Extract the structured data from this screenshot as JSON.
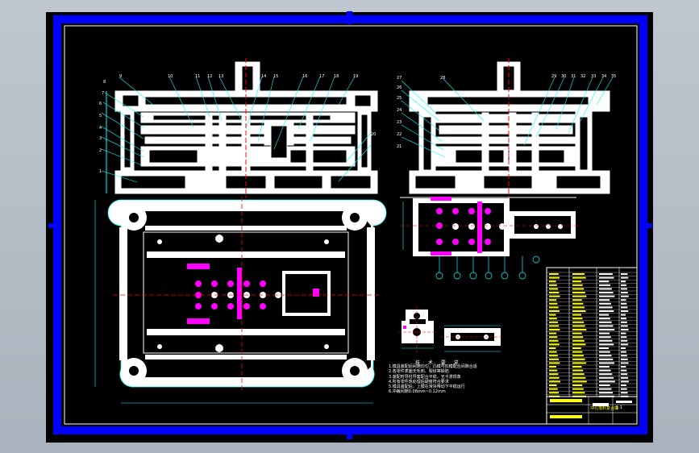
{
  "drawing": {
    "tech_requirements": {
      "title": "技 术 要 求",
      "lines": [
        "1.模具装配后间隙均匀，凸模与凹模配合间隙合适",
        "2.各零件表面无毛刺、裂纹等缺陷",
        "3.装配时导柱导套配合平稳，无卡滞现象",
        "4.所有零件热处理后硬度符合要求",
        "5.模具装配后，上模在滑块带动下平稳运行",
        "6.冲裁间隙0.08mm~0.12mm"
      ]
    },
    "part_numbers_front": [
      "9",
      "8",
      "7",
      "6",
      "5",
      "4",
      "3",
      "2",
      "1",
      "10",
      "11",
      "12",
      "13",
      "14",
      "15",
      "16",
      "17",
      "18",
      "19",
      "20"
    ],
    "part_numbers_side": [
      "27",
      "26",
      "25",
      "24",
      "23",
      "22",
      "21",
      "28",
      "29",
      "30",
      "31",
      "32",
      "33",
      "34",
      "35"
    ],
    "title_block": {
      "drawing_no": "冲孔落料复合模",
      "scale": "1:1"
    },
    "colors": {
      "frame": "#0000ff",
      "paper": "#000000",
      "lines": "#ffffff",
      "accent": "#ff00ff",
      "dims": "#00ffff",
      "center": "#ff0000",
      "leader": "#ffff00"
    }
  }
}
